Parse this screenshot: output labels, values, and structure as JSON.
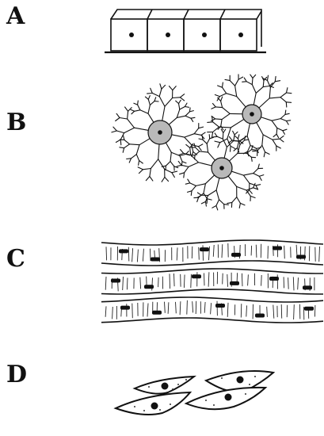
{
  "labels": {
    "a": "A",
    "b": "B",
    "c": "C",
    "d": "D"
  },
  "colors": {
    "ink": "#111111",
    "cytoplasm": "#b9b9b9",
    "cell_fill": "#ffffff"
  }
}
